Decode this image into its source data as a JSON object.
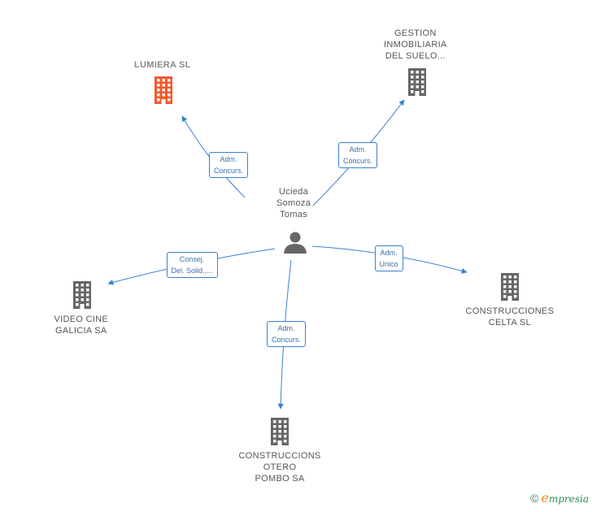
{
  "colors": {
    "edge": "#3b7fd4",
    "company": "#666666",
    "highlight_company": "#f15a2b",
    "person": "#666666"
  },
  "center": {
    "label": [
      "Ucieda",
      "Somoza",
      "Tomas"
    ],
    "icon": "person-icon"
  },
  "nodes": [
    {
      "id": "lumiera",
      "label": [
        "LUMIERA SL"
      ],
      "highlight": true,
      "icon": "building-icon"
    },
    {
      "id": "gestion",
      "label": [
        "GESTION",
        "INMOBILIARIA",
        "DEL SUELO..."
      ],
      "highlight": false,
      "icon": "building-icon"
    },
    {
      "id": "video",
      "label": [
        "VIDEO CINE",
        "GALICIA SA"
      ],
      "highlight": false,
      "icon": "building-icon"
    },
    {
      "id": "celta",
      "label": [
        "CONSTRUCCIONES",
        "CELTA SL"
      ],
      "highlight": false,
      "icon": "building-icon"
    },
    {
      "id": "otero",
      "label": [
        "CONSTRUCCIONS",
        "OTERO",
        "POMBO SA"
      ],
      "highlight": false,
      "icon": "building-icon"
    }
  ],
  "edges": [
    {
      "to": "lumiera",
      "label": [
        "Adm.",
        "Concurs."
      ]
    },
    {
      "to": "gestion",
      "label": [
        "Adm.",
        "Concurs."
      ]
    },
    {
      "to": "video",
      "label": [
        "Consej.",
        "Del. Solid.,..."
      ]
    },
    {
      "to": "celta",
      "label": [
        "Adm.",
        "Unico"
      ]
    },
    {
      "to": "otero",
      "label": [
        "Adm.",
        "Concurs."
      ]
    }
  ],
  "brand": {
    "copyright": "©",
    "initial": "e",
    "rest": "mpresia"
  }
}
